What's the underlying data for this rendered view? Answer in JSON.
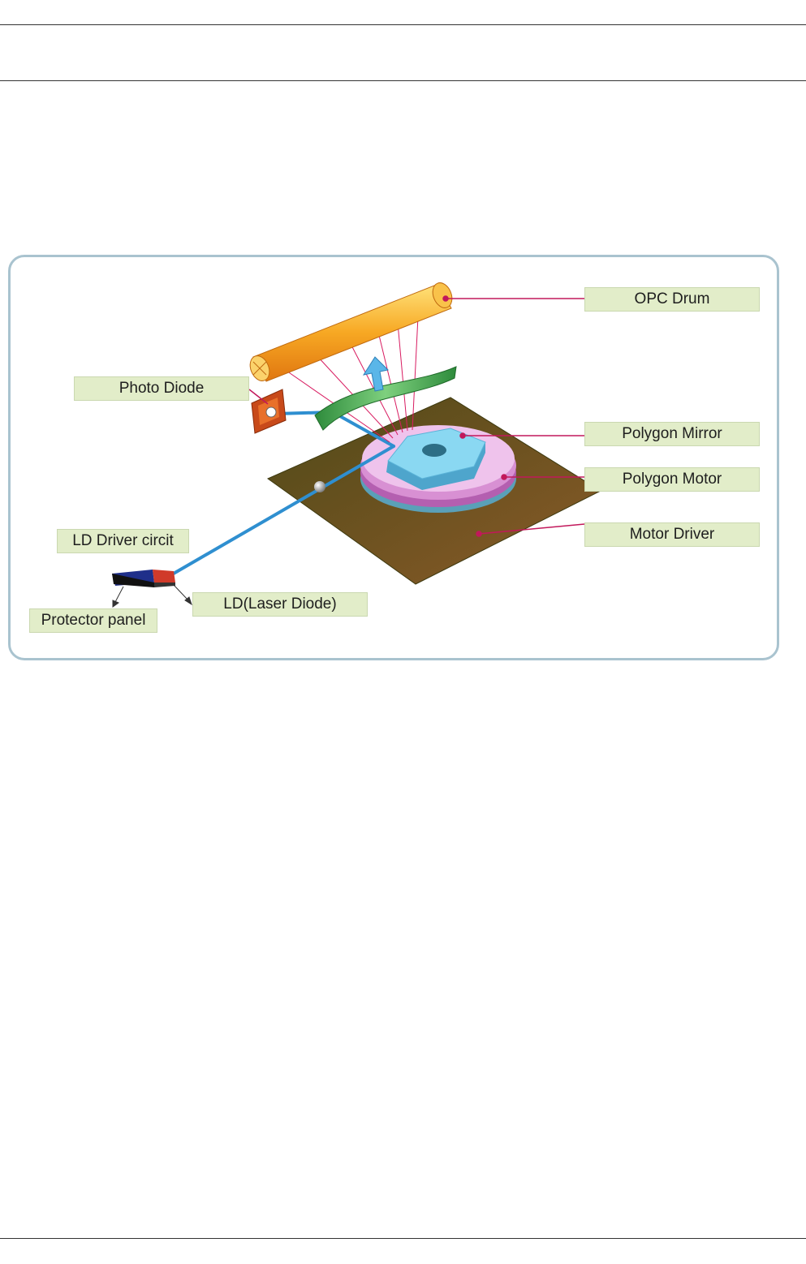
{
  "diagram": {
    "labels": {
      "opc_drum": "OPC Drum",
      "photo_diode": "Photo Diode",
      "polygon_mirror": "Polygon Mirror",
      "polygon_motor": "Polygon Motor",
      "ld_driver": "LD Driver circit",
      "motor_driver": "Motor Driver",
      "ld_laser_diode": "LD(Laser Diode)",
      "protector_panel": "Protector panel"
    },
    "colors": {
      "frame_border": "#a9c3cf",
      "label_fill": "#e2edc9",
      "leader_line": "#c2185b",
      "laser_beam": "#2f8fd0",
      "scan_rays": "#d81b60",
      "drum": "#f5a623",
      "board": "#6b5a1e",
      "mirror": "#7fd3f0",
      "motor": "#d58fd0",
      "lens": "#3aa84a"
    }
  }
}
